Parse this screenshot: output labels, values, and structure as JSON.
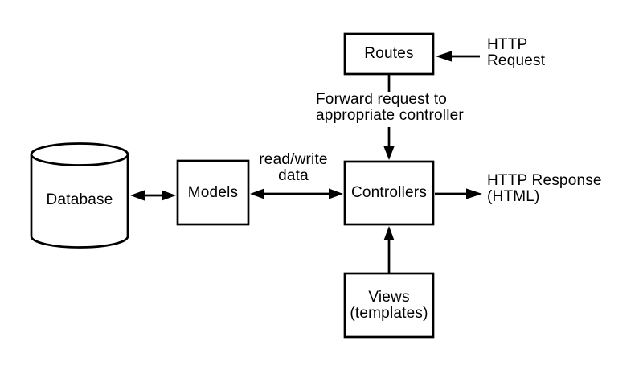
{
  "colors": {
    "background": "#ffffff",
    "stroke": "#000000",
    "text": "#000000",
    "node_fill": "#ffffff"
  },
  "nodes": {
    "routes": {
      "label": "Routes",
      "shape": "rectangle"
    },
    "database": {
      "label": "Database",
      "shape": "cylinder"
    },
    "models": {
      "label": "Models",
      "shape": "rectangle"
    },
    "controllers": {
      "label": "Controllers",
      "shape": "rectangle"
    },
    "views": {
      "label": "Views\n(templates)",
      "shape": "rectangle"
    }
  },
  "annotations": {
    "http_request": "HTTP\nRequest",
    "forward_request": "Forward request to\nappropriate controller",
    "read_write": "read/write\ndata",
    "http_response": "HTTP Response\n(HTML)"
  },
  "edges": [
    {
      "from": "http-request-label",
      "to": "routes",
      "direction": "one-way"
    },
    {
      "from": "routes",
      "to": "controllers",
      "direction": "one-way",
      "label": "Forward request to appropriate controller"
    },
    {
      "from": "database",
      "to": "models",
      "direction": "two-way"
    },
    {
      "from": "models",
      "to": "controllers",
      "direction": "two-way",
      "label": "read/write data"
    },
    {
      "from": "controllers",
      "to": "http-response-label",
      "direction": "one-way"
    },
    {
      "from": "views",
      "to": "controllers",
      "direction": "one-way"
    }
  ]
}
